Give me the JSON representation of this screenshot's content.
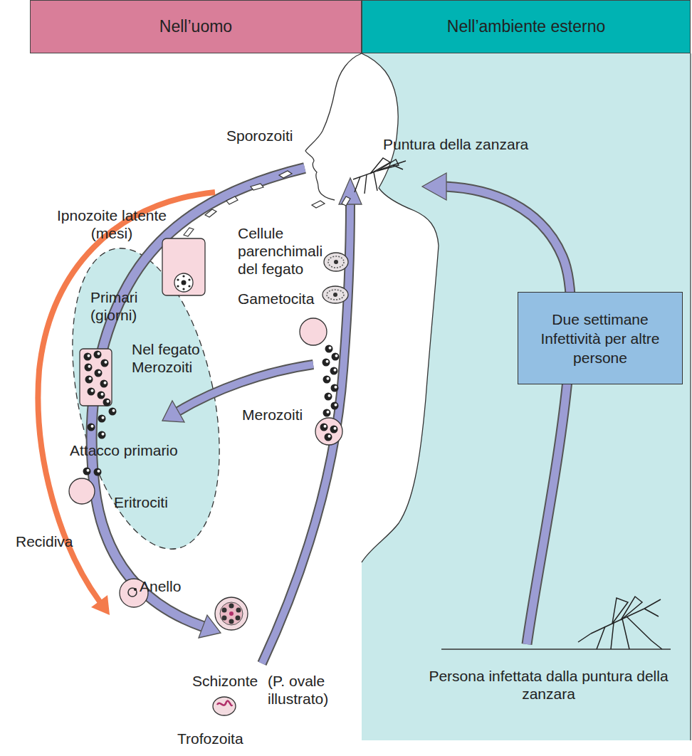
{
  "diagram": {
    "nodes": [
      {
        "text": [
          "Nell’uomo"
        ]
      },
      {
        "text": [
          "Nell’ambiente esterno"
        ]
      },
      {
        "text": [
          "Due settimane Infettività per altre persone"
        ]
      }
    ],
    "labels": [
      "Sporozoiti",
      "Puntura della zanzara",
      "Ipnozoite latente (mesi)",
      "Cellule parenchimali del fegato",
      "Primari (giorni)",
      "Gametocita",
      "Nel fegato Merozoiti",
      "Merozoiti",
      "Attacco primario",
      "Eritrociti",
      "Recidiva",
      "Anello",
      "Schizonte",
      "(P. ovale illustrato)",
      "Trofozoita",
      "Persona infettata dalla puntura della zanzara"
    ]
  }
}
